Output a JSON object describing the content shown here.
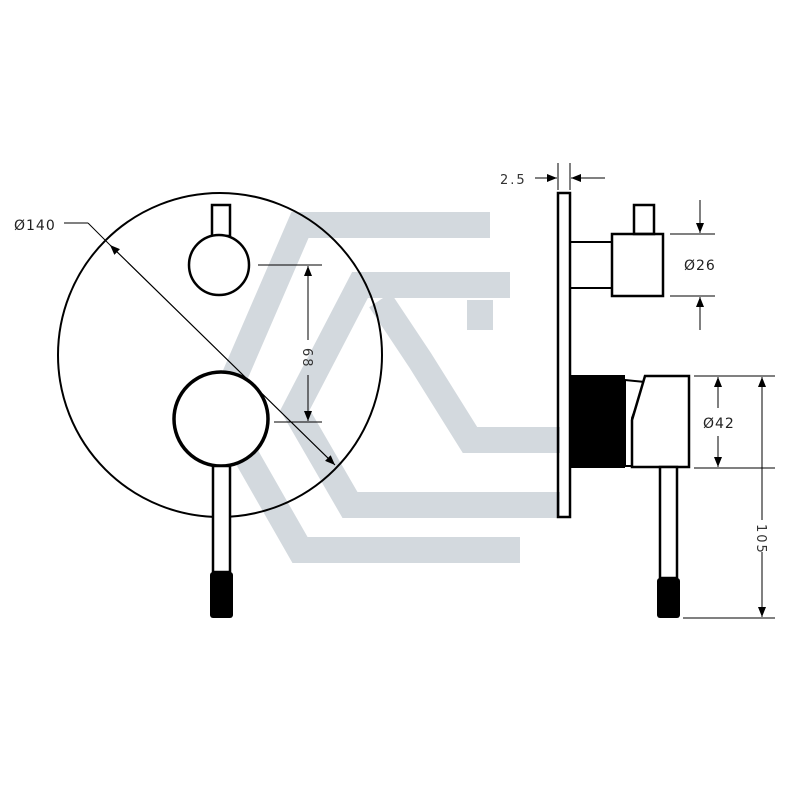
{
  "front_view": {
    "plate_diameter": "Ø140",
    "outlet_spacing": "68"
  },
  "side_view": {
    "plate_thickness": "2.5",
    "diverter_diameter": "Ø26",
    "mixer_diameter": "Ø42",
    "handle_height": "105"
  },
  "colors": {
    "line": "#000000",
    "watermark": "#d3d9de"
  }
}
